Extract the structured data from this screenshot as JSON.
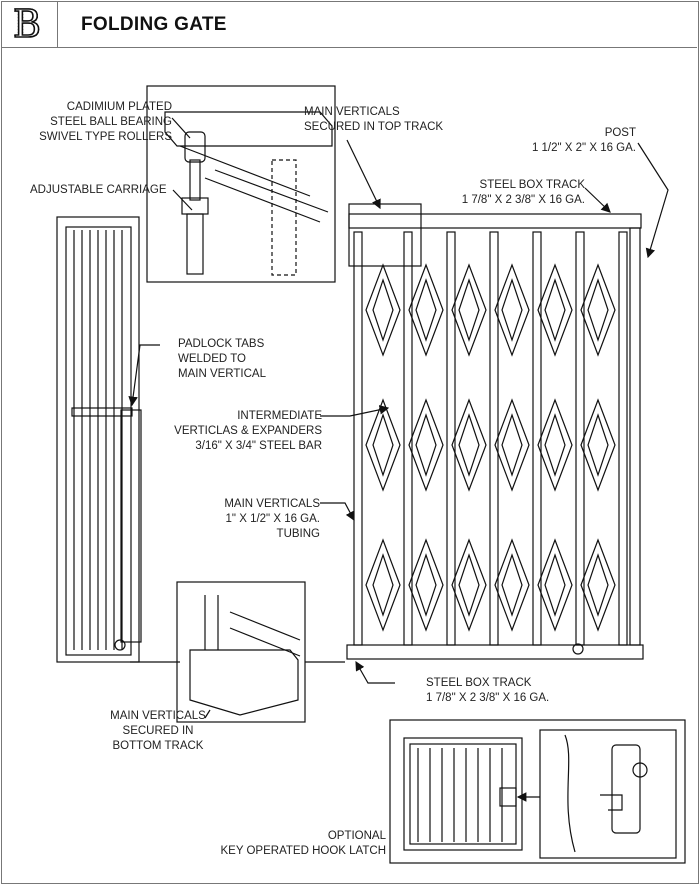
{
  "header": {
    "logo_letter": "B",
    "title": "FOLDING GATE"
  },
  "labels": {
    "rollers": [
      "CADIMIUM PLATED",
      "STEEL BALL BEARING",
      "SWIVEL TYPE ROLLERS"
    ],
    "carriage": [
      "ADJUSTABLE CARRIAGE"
    ],
    "top_track": [
      "MAIN VERTICALS",
      "SECURED IN TOP TRACK"
    ],
    "post": [
      "POST",
      "1 1/2\" X 2\" X 16 GA."
    ],
    "steel_box_top": [
      "STEEL BOX TRACK",
      "1 7/8\" X 2 3/8\" X 16 GA."
    ],
    "padlock": [
      "PADLOCK TABS",
      "WELDED TO",
      "MAIN VERTICAL"
    ],
    "intermediate": [
      "INTERMEDIATE",
      "VERTICLAS & EXPANDERS",
      "3/16\" X 3/4\" STEEL BAR"
    ],
    "main_verticals": [
      "MAIN VERTICALS",
      "1\" X 1/2\" X 16 GA.",
      "TUBING"
    ],
    "steel_box_bottom": [
      "STEEL BOX TRACK",
      "1 7/8\" X 2 3/8\" X 16 GA."
    ],
    "bottom_track": [
      "MAIN VERTICALS",
      "SECURED IN",
      "BOTTOM TRACK"
    ],
    "latch": [
      "OPTIONAL",
      "KEY OPERATED HOOK LATCH"
    ]
  }
}
